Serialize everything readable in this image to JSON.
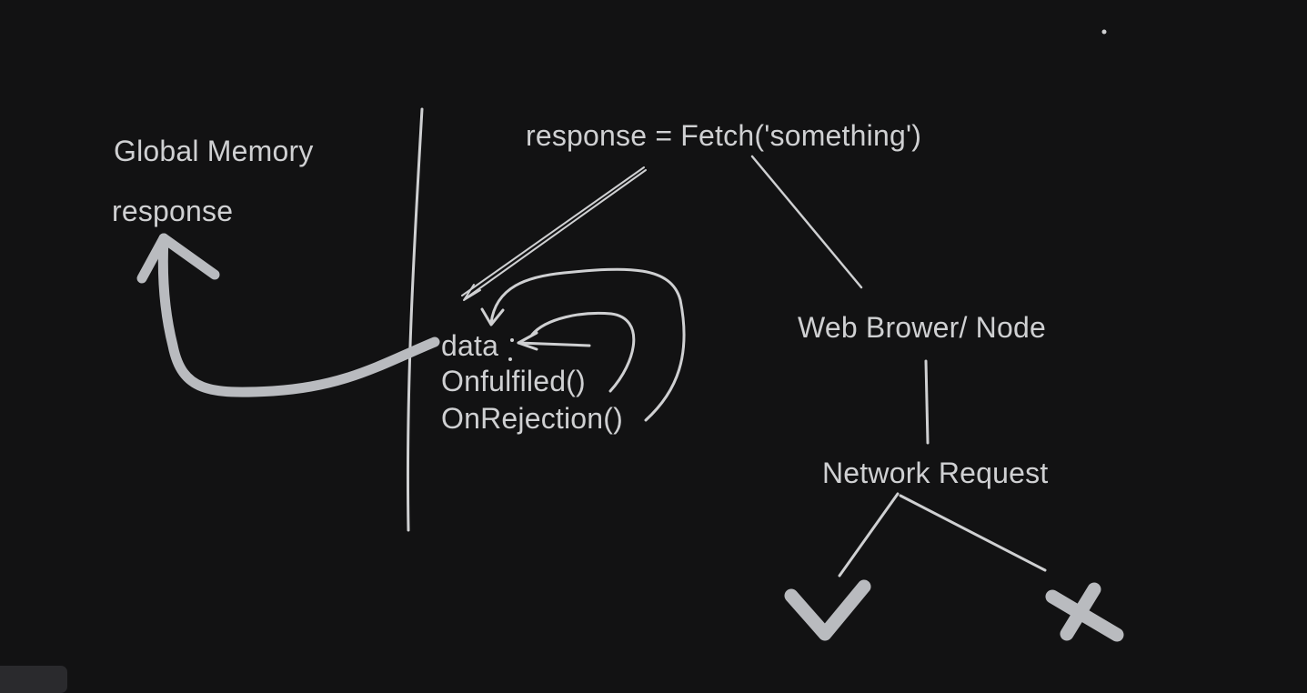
{
  "colors": {
    "background": "#121213",
    "ink": "#cfd0d2",
    "ink_thick": "#b9bbbf"
  },
  "labels": {
    "global_memory": "Global Memory",
    "response": "response",
    "fetch_call": "response = Fetch('something')",
    "data": "data",
    "onfulfilled": "Onfulfiled()",
    "onrejection": "OnRejection()",
    "web_browser": "Web Brower/ Node",
    "network_request": "Network Request"
  },
  "icons": [
    "checkmark-icon",
    "cross-icon"
  ]
}
